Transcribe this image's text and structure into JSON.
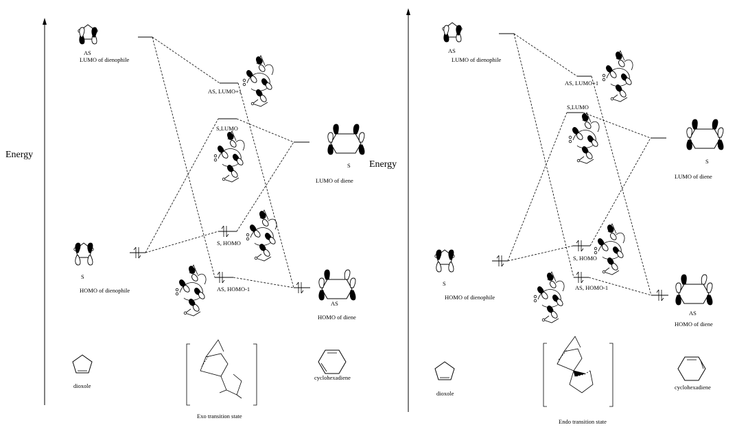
{
  "axis": {
    "label": "Energy"
  },
  "left_panel": {
    "title": "Exo transition state",
    "dienophile": {
      "lumo_sym": "AS",
      "lumo_label": "LUMO of dienophile",
      "homo_sym": "S",
      "homo_label": "HOMO of dienophile",
      "name": "dioxole"
    },
    "diene": {
      "lumo_sym": "S",
      "lumo_label": "LUMO of diene",
      "homo_sym": "AS",
      "homo_label": "HOMO of diene",
      "name": "cyclohexadiene"
    },
    "ts": {
      "lumo1": "AS, LUMO+1",
      "lumo": "S,LUMO",
      "homo": "S, HOMO",
      "homo1": "AS, HOMO-1"
    }
  },
  "right_panel": {
    "title": "Endo transition state",
    "dienophile": {
      "lumo_sym": "AS",
      "lumo_label": "LUMO of dienophile",
      "homo_sym": "S",
      "homo_label": "HOMO of dienophile",
      "name": "dioxole"
    },
    "diene": {
      "lumo_sym": "S",
      "lumo_label": "LUMO of diene",
      "homo_sym": "AS",
      "homo_label": "HOMO of diene",
      "name": "cyclohexadiene"
    },
    "ts": {
      "lumo1": "AS, LUMO+1",
      "lumo": "S,LUMO",
      "homo": "S, HOMO",
      "homo1": "AS, HOMO-1"
    }
  }
}
